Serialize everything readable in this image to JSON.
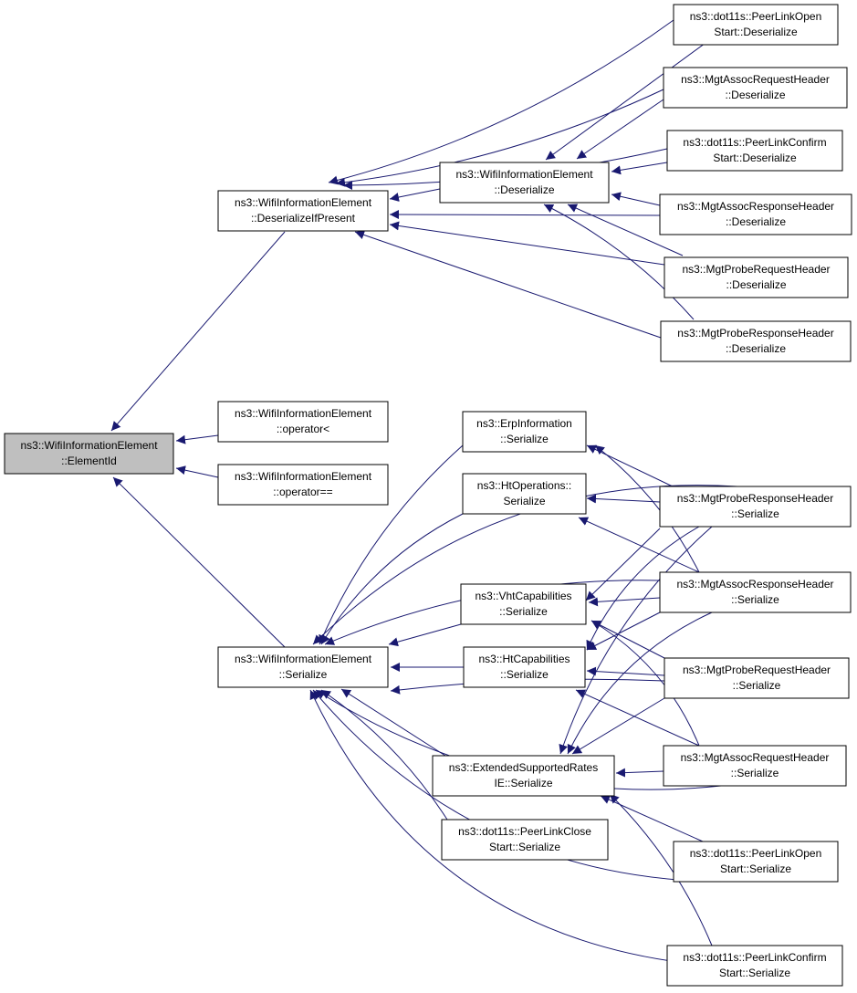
{
  "graph": {
    "colors": {
      "edge": "#191970",
      "node_border": "#000000",
      "node_fill": "#ffffff",
      "root_fill": "#bfbfbf",
      "text": "#000000"
    },
    "nodes": [
      {
        "id": "element-id",
        "lines": [
          "ns3::WifiInformationElement",
          "::ElementId"
        ],
        "root": true
      },
      {
        "id": "deserialize-if-present",
        "lines": [
          "ns3::WifiInformationElement",
          "::DeserializeIfPresent"
        ]
      },
      {
        "id": "operator-less",
        "lines": [
          "ns3::WifiInformationElement",
          "::operator<"
        ]
      },
      {
        "id": "operator-eq",
        "lines": [
          "ns3::WifiInformationElement",
          "::operator=="
        ]
      },
      {
        "id": "wie-serialize",
        "lines": [
          "ns3::WifiInformationElement",
          "::Serialize"
        ]
      },
      {
        "id": "wie-deserialize",
        "lines": [
          "ns3::WifiInformationElement",
          "::Deserialize"
        ]
      },
      {
        "id": "erp-serialize",
        "lines": [
          "ns3::ErpInformation",
          "::Serialize"
        ]
      },
      {
        "id": "htops-serialize",
        "lines": [
          "ns3::HtOperations::",
          "Serialize"
        ]
      },
      {
        "id": "vht-serialize",
        "lines": [
          "ns3::VhtCapabilities",
          "::Serialize"
        ]
      },
      {
        "id": "htcap-serialize",
        "lines": [
          "ns3::HtCapabilities",
          "::Serialize"
        ]
      },
      {
        "id": "extrates-serialize",
        "lines": [
          "ns3::ExtendedSupportedRates",
          "IE::Serialize"
        ]
      },
      {
        "id": "plclose-serialize",
        "lines": [
          "ns3::dot11s::PeerLinkClose",
          "Start::Serialize"
        ]
      },
      {
        "id": "plopen-deserialize",
        "lines": [
          "ns3::dot11s::PeerLinkOpen",
          "Start::Deserialize"
        ]
      },
      {
        "id": "assocreq-deserialize",
        "lines": [
          "ns3::MgtAssocRequestHeader",
          "::Deserialize"
        ]
      },
      {
        "id": "plconfirm-deserialize",
        "lines": [
          "ns3::dot11s::PeerLinkConfirm",
          "Start::Deserialize"
        ]
      },
      {
        "id": "assocresp-deserialize",
        "lines": [
          "ns3::MgtAssocResponseHeader",
          "::Deserialize"
        ]
      },
      {
        "id": "probereq-deserialize",
        "lines": [
          "ns3::MgtProbeRequestHeader",
          "::Deserialize"
        ]
      },
      {
        "id": "proberesp-deserialize",
        "lines": [
          "ns3::MgtProbeResponseHeader",
          "::Deserialize"
        ]
      },
      {
        "id": "proberesp-serialize",
        "lines": [
          "ns3::MgtProbeResponseHeader",
          "::Serialize"
        ]
      },
      {
        "id": "assocresp-serialize",
        "lines": [
          "ns3::MgtAssocResponseHeader",
          "::Serialize"
        ]
      },
      {
        "id": "probereq-serialize",
        "lines": [
          "ns3::MgtProbeRequestHeader",
          "::Serialize"
        ]
      },
      {
        "id": "assocreq-serialize",
        "lines": [
          "ns3::MgtAssocRequestHeader",
          "::Serialize"
        ]
      },
      {
        "id": "plopen-serialize",
        "lines": [
          "ns3::dot11s::PeerLinkOpen",
          "Start::Serialize"
        ]
      },
      {
        "id": "plconfirm-serialize",
        "lines": [
          "ns3::dot11s::PeerLinkConfirm",
          "Start::Serialize"
        ]
      }
    ],
    "edges": [
      {
        "from": "deserialize-if-present",
        "to": "element-id"
      },
      {
        "from": "operator-less",
        "to": "element-id"
      },
      {
        "from": "operator-eq",
        "to": "element-id"
      },
      {
        "from": "wie-serialize",
        "to": "element-id"
      },
      {
        "from": "wie-deserialize",
        "to": "deserialize-if-present"
      },
      {
        "from": "plopen-deserialize",
        "to": "deserialize-if-present"
      },
      {
        "from": "assocreq-deserialize",
        "to": "deserialize-if-present"
      },
      {
        "from": "plconfirm-deserialize",
        "to": "deserialize-if-present"
      },
      {
        "from": "assocresp-deserialize",
        "to": "deserialize-if-present"
      },
      {
        "from": "probereq-deserialize",
        "to": "deserialize-if-present"
      },
      {
        "from": "proberesp-deserialize",
        "to": "deserialize-if-present"
      },
      {
        "from": "plopen-deserialize",
        "to": "wie-deserialize"
      },
      {
        "from": "assocreq-deserialize",
        "to": "wie-deserialize"
      },
      {
        "from": "plconfirm-deserialize",
        "to": "wie-deserialize"
      },
      {
        "from": "assocresp-deserialize",
        "to": "wie-deserialize"
      },
      {
        "from": "probereq-deserialize",
        "to": "wie-deserialize"
      },
      {
        "from": "proberesp-deserialize",
        "to": "wie-deserialize"
      },
      {
        "from": "erp-serialize",
        "to": "wie-serialize"
      },
      {
        "from": "htops-serialize",
        "to": "wie-serialize"
      },
      {
        "from": "vht-serialize",
        "to": "wie-serialize"
      },
      {
        "from": "htcap-serialize",
        "to": "wie-serialize"
      },
      {
        "from": "extrates-serialize",
        "to": "wie-serialize"
      },
      {
        "from": "plclose-serialize",
        "to": "wie-serialize"
      },
      {
        "from": "proberesp-serialize",
        "to": "wie-serialize"
      },
      {
        "from": "assocresp-serialize",
        "to": "wie-serialize"
      },
      {
        "from": "probereq-serialize",
        "to": "wie-serialize"
      },
      {
        "from": "assocreq-serialize",
        "to": "wie-serialize"
      },
      {
        "from": "plopen-serialize",
        "to": "wie-serialize"
      },
      {
        "from": "plconfirm-serialize",
        "to": "wie-serialize"
      },
      {
        "from": "proberesp-serialize",
        "to": "erp-serialize"
      },
      {
        "from": "assocresp-serialize",
        "to": "erp-serialize"
      },
      {
        "from": "proberesp-serialize",
        "to": "htops-serialize"
      },
      {
        "from": "assocresp-serialize",
        "to": "htops-serialize"
      },
      {
        "from": "proberesp-serialize",
        "to": "vht-serialize"
      },
      {
        "from": "assocresp-serialize",
        "to": "vht-serialize"
      },
      {
        "from": "probereq-serialize",
        "to": "vht-serialize"
      },
      {
        "from": "assocreq-serialize",
        "to": "vht-serialize"
      },
      {
        "from": "proberesp-serialize",
        "to": "htcap-serialize"
      },
      {
        "from": "assocresp-serialize",
        "to": "htcap-serialize"
      },
      {
        "from": "probereq-serialize",
        "to": "htcap-serialize"
      },
      {
        "from": "assocreq-serialize",
        "to": "htcap-serialize"
      },
      {
        "from": "proberesp-serialize",
        "to": "extrates-serialize"
      },
      {
        "from": "assocresp-serialize",
        "to": "extrates-serialize"
      },
      {
        "from": "probereq-serialize",
        "to": "extrates-serialize"
      },
      {
        "from": "assocreq-serialize",
        "to": "extrates-serialize"
      },
      {
        "from": "plopen-serialize",
        "to": "extrates-serialize"
      },
      {
        "from": "plconfirm-serialize",
        "to": "extrates-serialize"
      }
    ]
  }
}
